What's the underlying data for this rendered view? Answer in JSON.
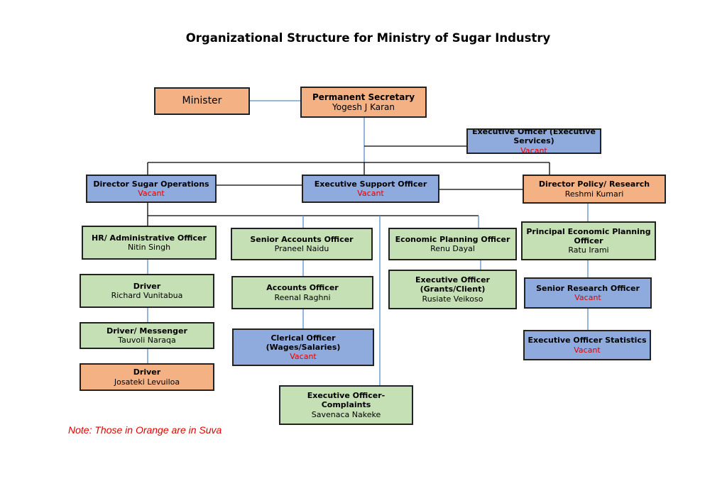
{
  "title": "Organizational Structure for Ministry of Sugar Industry",
  "note": "Note: Those in Orange are in Suva",
  "colors": {
    "orange": "#f4b183",
    "green": "#c5e0b4",
    "blue": "#8faadc",
    "vacant_text": "#e00000",
    "note_text": "#e00000",
    "border": "#222222",
    "connector": "#000000",
    "connector_blue": "#5b8fc9"
  },
  "boxes": {
    "minister": {
      "role": "Minister"
    },
    "permanent_secretary": {
      "role": "Permanent Secretary",
      "person": "Yogesh J Karan"
    },
    "exec_officer_services": {
      "role": "Executive Officer (Executive Services)",
      "vacant": "Vacant"
    },
    "director_sugar_ops": {
      "role": "Director Sugar Operations",
      "vacant": "Vacant"
    },
    "exec_support_officer": {
      "role": "Executive Support Officer",
      "vacant": "Vacant"
    },
    "director_policy": {
      "role": "Director Policy/ Research",
      "person": "Reshmi Kumari"
    },
    "hr_admin_officer": {
      "role": "HR/ Administrative Officer",
      "person": "Nitin Singh"
    },
    "driver_1": {
      "role": "Driver",
      "person": "Richard Vunitabua"
    },
    "driver_messenger": {
      "role": "Driver/ Messenger",
      "person": "Tauvoli Naraqa"
    },
    "driver_2": {
      "role": "Driver",
      "person": "Josateki Levuiloa"
    },
    "senior_accounts_officer": {
      "role": "Senior Accounts Officer",
      "person": "Praneel Naidu"
    },
    "accounts_officer": {
      "role": "Accounts Officer",
      "person": "Reenal Raghni"
    },
    "clerical_officer": {
      "role": "Clerical Officer (Wages/Salaries)",
      "vacant": "Vacant"
    },
    "exec_officer_complaints": {
      "role": "Executive Officer- Complaints",
      "person": "Savenaca Nakeke"
    },
    "economic_planning_officer": {
      "role": "Economic Planning Officer",
      "person": "Renu Dayal"
    },
    "exec_officer_grants": {
      "role": "Executive Officer (Grants/Client)",
      "person": "Rusiate Veikoso"
    },
    "principal_econ_planning_officer": {
      "role": "Principal Economic Planning Officer",
      "person": "Ratu Irami"
    },
    "senior_research_officer": {
      "role": "Senior Research Officer",
      "vacant": "Vacant"
    },
    "exec_officer_statistics": {
      "role": "Executive Officer Statistics",
      "vacant": "Vacant"
    }
  }
}
